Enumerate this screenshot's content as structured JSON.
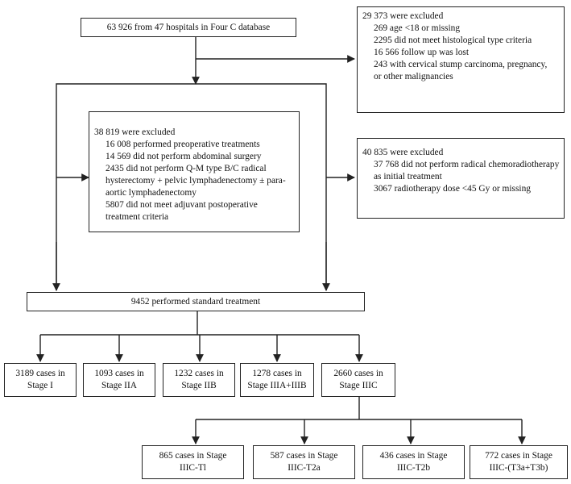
{
  "top": "63 926 from 47 hospitals in Four C database",
  "excluded_first": {
    "title": "29 373 were excluded",
    "items": [
      "269 age <18 or missing",
      "2295 did not meet histological type criteria",
      "16 566 follow up was lost",
      "243 with cervical stump carcinoma, pregnancy, or other malignancies"
    ]
  },
  "excluded_surgery": {
    "title": "38 819 were excluded",
    "items": [
      "16 008 performed preoperative treatments",
      "14 569 did not perform abdominal surgery",
      "2435 did not perform Q-M type B/C radical hysterectomy + pelvic lymphadenectomy ± para-aortic lymphadenectomy",
      "5807 did not meet adjuvant postoperative treatment criteria"
    ]
  },
  "excluded_radio": {
    "title": "40 835 were excluded",
    "items": [
      "37 768 did not perform radical chemoradiotherapy as initial treatment",
      "3067 radiotherapy dose <45 Gy or missing"
    ]
  },
  "standard": "9452 performed standard treatment",
  "stages": [
    {
      "line1": "3189 cases in",
      "line2": "Stage I"
    },
    {
      "line1": "1093 cases in",
      "line2": "Stage IIA"
    },
    {
      "line1": "1232 cases in",
      "line2": "Stage IIB"
    },
    {
      "line1": "1278 cases in",
      "line2": "Stage IIIA+IIIB"
    },
    {
      "line1": "2660 cases in",
      "line2": "Stage IIIC"
    }
  ],
  "substages": [
    {
      "line1": "865 cases in Stage",
      "line2": "IIIC-Tl"
    },
    {
      "line1": "587 cases in Stage",
      "line2": "IIIC-T2a"
    },
    {
      "line1": "436 cases in Stage",
      "line2": "IIIC-T2b"
    },
    {
      "line1": "772 cases in Stage",
      "line2": "IIIC-(T3a+T3b)"
    }
  ]
}
